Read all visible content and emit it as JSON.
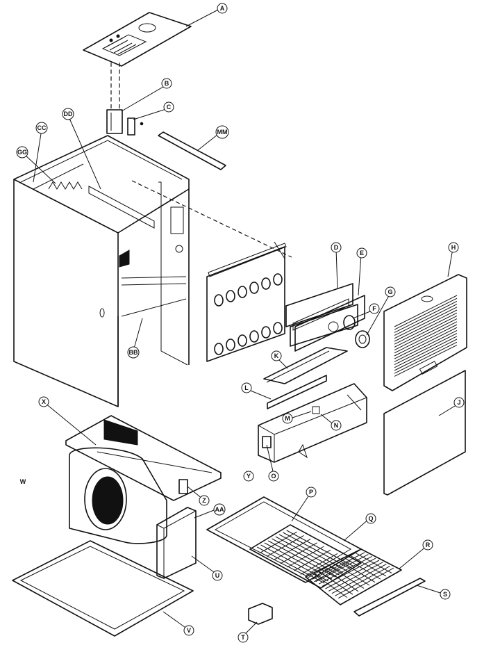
{
  "callouts": {
    "A": "A",
    "B": "B",
    "C": "C",
    "MM": "MM",
    "CC": "CC",
    "DD": "DD",
    "GG": "GG",
    "D": "D",
    "E": "E",
    "F": "F",
    "G": "G",
    "H": "H",
    "BB": "BB",
    "K": "K",
    "L": "L",
    "M": "M",
    "N": "N",
    "O": "O",
    "J": "J",
    "X": "X",
    "W": "W",
    "Y": "Y",
    "Z": "Z",
    "AA": "AA",
    "P": "P",
    "Q": "Q",
    "R": "R",
    "S": "S",
    "U": "U",
    "V": "V",
    "T": "T"
  }
}
